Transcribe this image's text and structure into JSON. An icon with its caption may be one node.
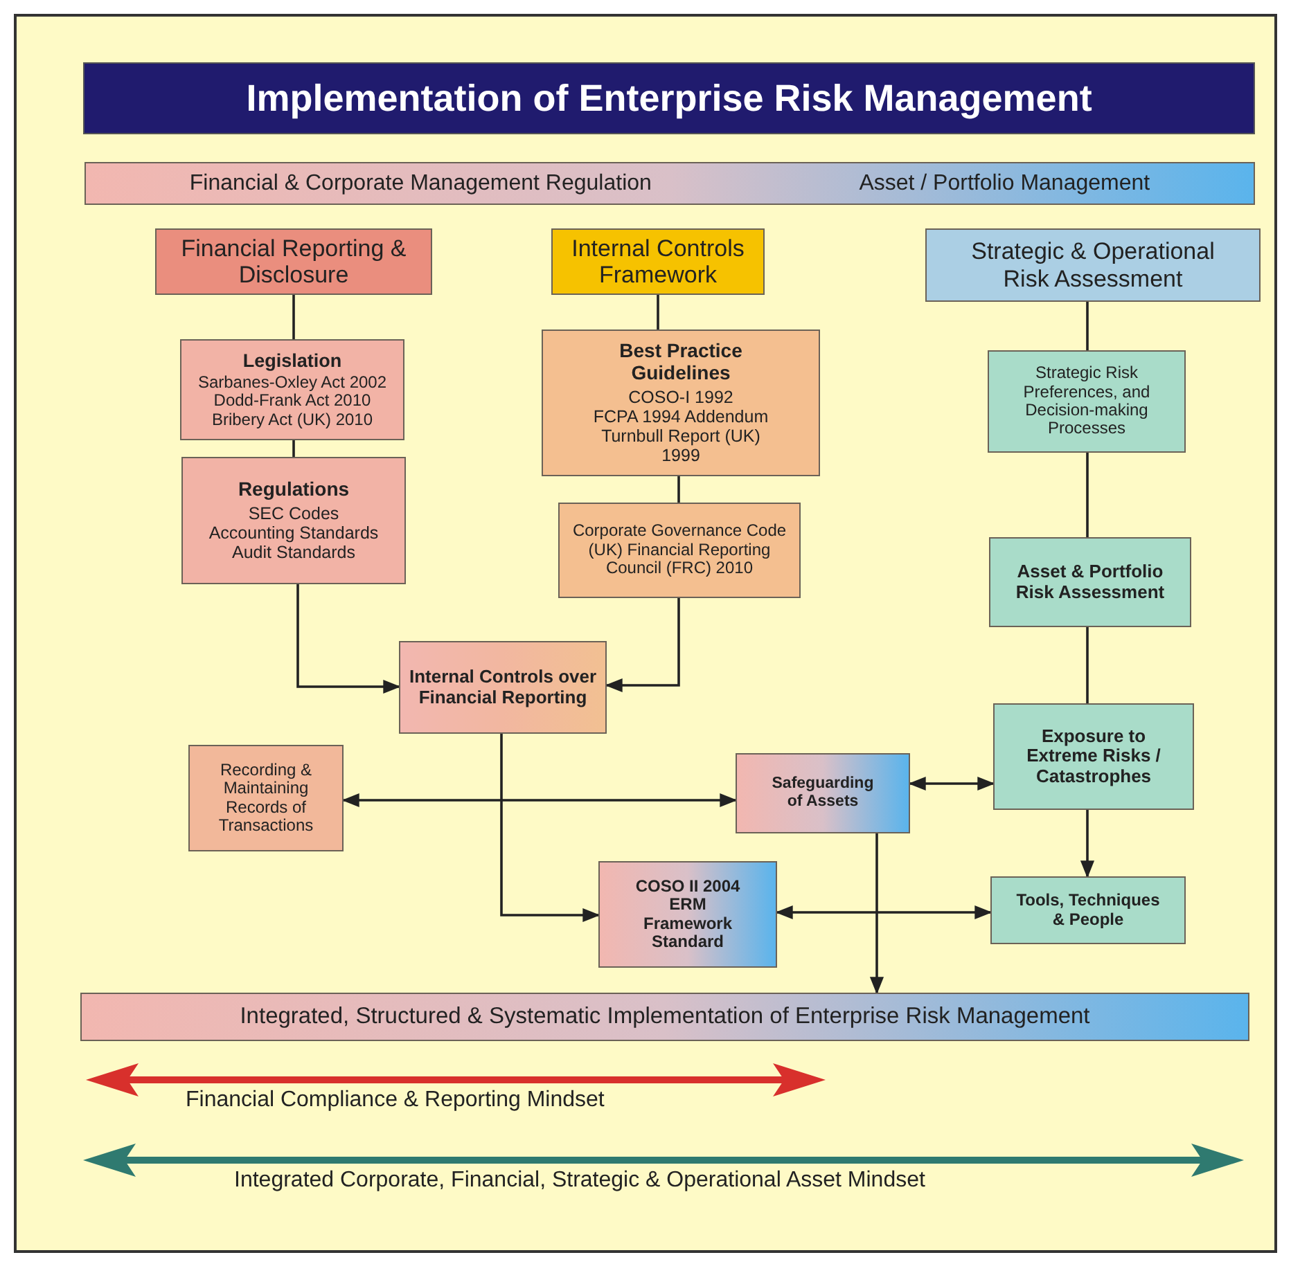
{
  "diagram": {
    "title": "Implementation of Enterprise Risk Management",
    "nodes": [
      {
        "text": [
          "Financial & Corporate Management Regulation",
          "Asset / Portfolio  Management"
        ]
      },
      {
        "text": [
          "Financial Reporting & Disclosure"
        ]
      },
      {
        "text": [
          "Internal Controls Framework"
        ]
      },
      {
        "text": [
          "Strategic & Operational Risk Assessment"
        ]
      },
      {
        "text": [
          "Legislation",
          "Sarbanes-Oxley Act 2002",
          "Dodd-Frank Act 2010",
          "Bribery Act (UK) 2010"
        ]
      },
      {
        "text": [
          "Regulations",
          "SEC Codes",
          "Accounting Standards",
          "Audit Standards"
        ]
      },
      {
        "text": [
          "Best Practice Guidelines",
          "COSO-I 1992",
          "FCPA 1994 Addendum",
          "Turnbull Report (UK) 1999"
        ]
      },
      {
        "text": [
          "Corporate Governance Code (UK)  Financial Reporting Council (FRC) 2010"
        ]
      },
      {
        "text": [
          "Strategic  Risk Preferences, and Decision-making Processes"
        ]
      },
      {
        "text": [
          "Asset & Portfolio Risk Assessment"
        ]
      },
      {
        "text": [
          "Internal Controls over Financial Reporting"
        ]
      },
      {
        "text": [
          "Exposure to Extreme Risks / Catastrophes"
        ]
      },
      {
        "text": [
          "Recording & Maintaining Records of Transactions"
        ]
      },
      {
        "text": [
          "Safeguarding of Assets"
        ]
      },
      {
        "text": [
          "COSO II 2004 ERM Framework Standard"
        ]
      },
      {
        "text": [
          "Tools, Techniques & People"
        ]
      },
      {
        "text": [
          "Integrated, Structured & Systematic Implementation of Enterprise Risk Management"
        ]
      }
    ],
    "edges": [
      {
        "from": 1,
        "to": 4,
        "arrow": "none"
      },
      {
        "from": 4,
        "to": 5,
        "arrow": "none"
      },
      {
        "from": 5,
        "to": 10,
        "arrow": "to"
      },
      {
        "from": 2,
        "to": 6,
        "arrow": "none"
      },
      {
        "from": 6,
        "to": 7,
        "arrow": "none"
      },
      {
        "from": 7,
        "to": 10,
        "arrow": "to"
      },
      {
        "from": 3,
        "to": 8,
        "arrow": "none"
      },
      {
        "from": 8,
        "to": 9,
        "arrow": "none"
      },
      {
        "from": 9,
        "to": 11,
        "arrow": "none"
      },
      {
        "from": 11,
        "to": 15,
        "arrow": "to"
      },
      {
        "from": 10,
        "to": 14,
        "arrow": "to"
      },
      {
        "from": 12,
        "to": 13,
        "arrow": "both"
      },
      {
        "from": 13,
        "to": 11,
        "arrow": "both"
      },
      {
        "from": 14,
        "to": 15,
        "arrow": "both"
      },
      {
        "from": 13,
        "to": 16,
        "arrow": "to"
      }
    ],
    "labels": [
      "Financial Compliance & Reporting Mindset",
      "Integrated Corporate, Financial, Strategic & Operational Asset Mindset"
    ]
  }
}
